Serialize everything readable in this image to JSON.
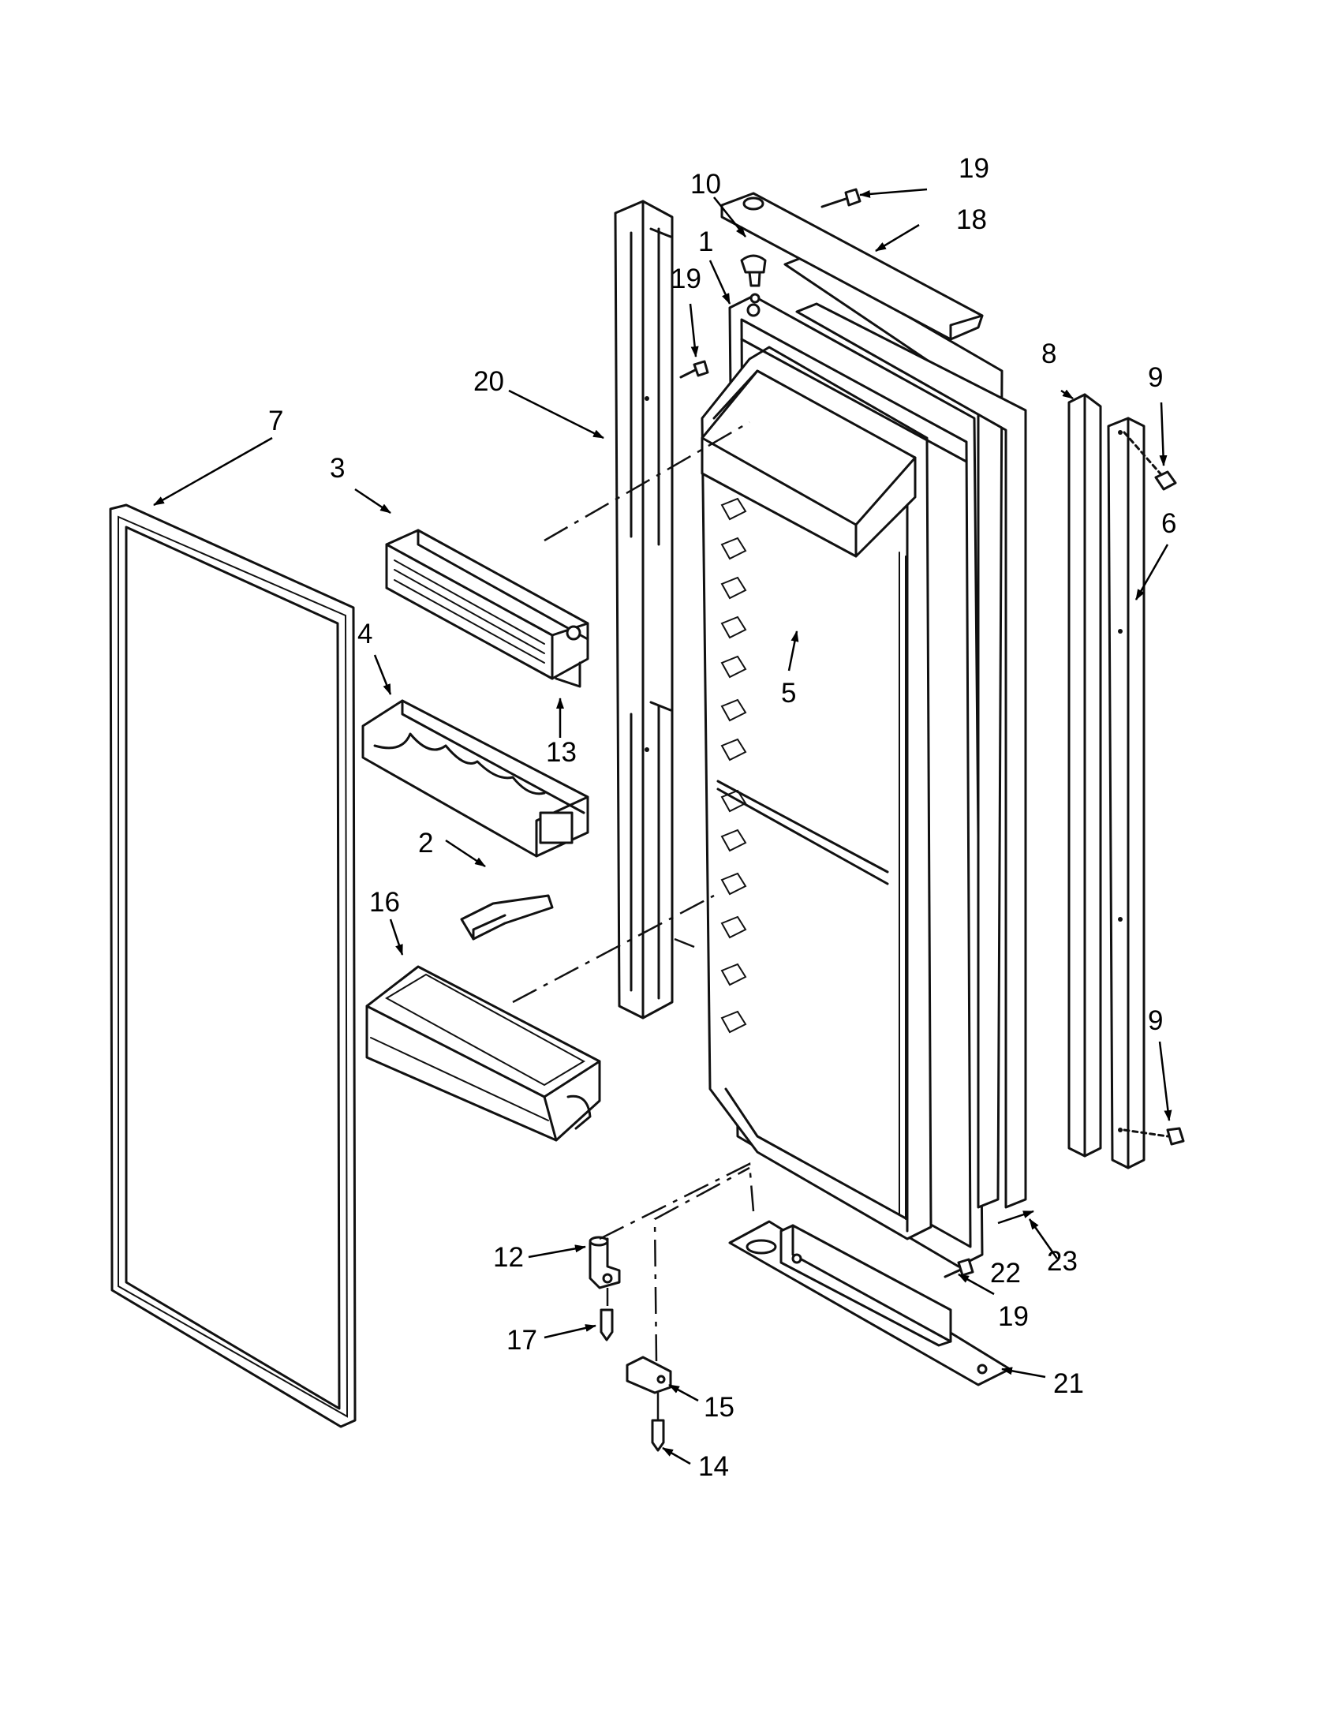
{
  "labels": {
    "p1": "1",
    "p2": "2",
    "p3": "3",
    "p4": "4",
    "p5": "5",
    "p6": "6",
    "p7": "7",
    "p8": "8",
    "p9a": "9",
    "p9b": "9",
    "p10": "10",
    "p12": "12",
    "p13": "13",
    "p14": "14",
    "p15": "15",
    "p16": "16",
    "p17": "17",
    "p18": "18",
    "p19a": "19",
    "p19b": "19",
    "p19c": "19",
    "p20": "20",
    "p21": "21",
    "p22": "22",
    "p23": "23"
  }
}
